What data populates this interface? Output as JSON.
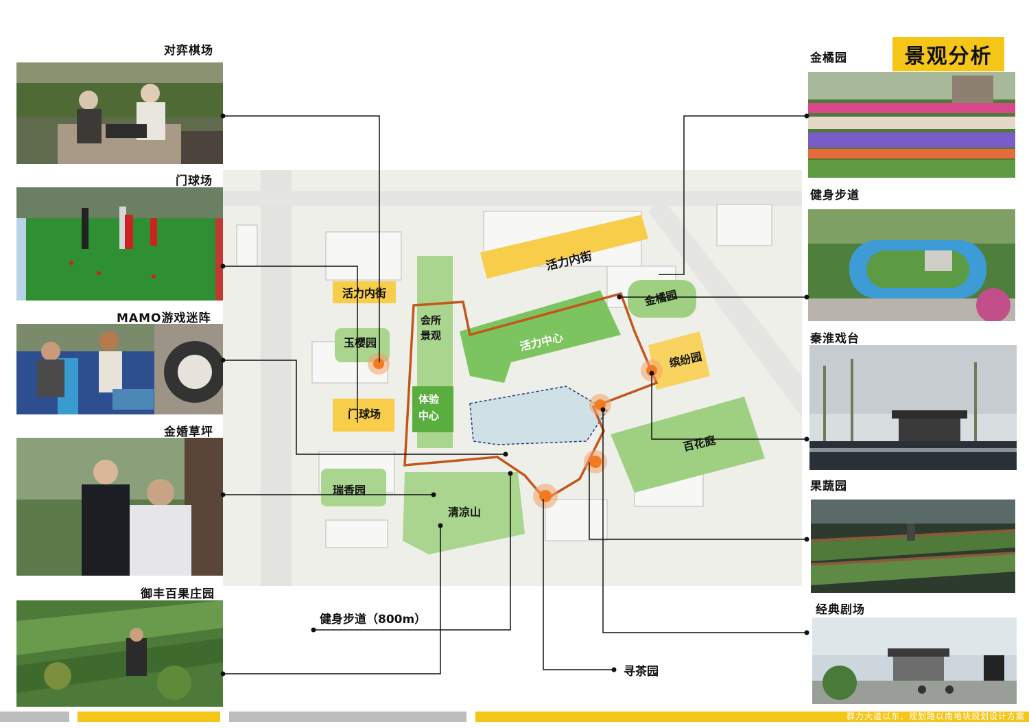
{
  "title": "景观分析",
  "footer": "群力大道以东、规划路以南地块规划设计方案",
  "left_photos": [
    {
      "caption": "对弈棋场",
      "icon": "chess-players-photo"
    },
    {
      "caption": "门球场",
      "icon": "gateball-court-photo"
    },
    {
      "caption": "MAMO游戏迷阵",
      "icon": "play-maze-photo"
    },
    {
      "caption": "金婚草坪",
      "icon": "golden-wedding-lawn-photo"
    },
    {
      "caption": "御丰百果庄园",
      "icon": "orchard-garden-photo"
    }
  ],
  "right_photos": [
    {
      "caption": "金橘园",
      "icon": "kumquat-garden-photo"
    },
    {
      "caption": "健身步道",
      "icon": "fitness-trail-photo"
    },
    {
      "caption": "秦淮戏台",
      "icon": "qinhuai-stage-photo"
    },
    {
      "caption": "果蔬园",
      "icon": "vegetable-garden-photo"
    },
    {
      "caption": "经典剧场",
      "icon": "classic-theater-photo"
    }
  ],
  "plan_labels": {
    "vitality_street_top": "活力内街",
    "vitality_street_left": "活力内街",
    "yuying": "玉樱园",
    "gateball": "门球场",
    "clubhouse_1": "会所",
    "clubhouse_2": "景观",
    "experience_1": "体验",
    "experience_2": "中心",
    "activity_center": "活力中心",
    "jinju": "金橘园",
    "binfen": "缤纷园",
    "baihua": "百花庭",
    "ruixiang": "瑞香园",
    "qingliang": "清凉山"
  },
  "bottom_labels": {
    "fitness_trail": "健身步道（800m）",
    "tea_garden": "寻茶园"
  },
  "colors": {
    "accent_yellow": "#f5c518",
    "zone_green": "#7cc45f",
    "loop_orange": "#d2691e",
    "node_orange": "#f47a20",
    "footer_gray": "#bdbdbd"
  }
}
